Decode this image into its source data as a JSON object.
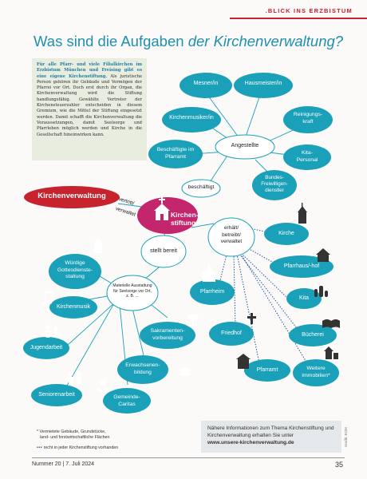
{
  "header": {
    "section_label": ".BLICK INS ERZBISTUM"
  },
  "title": {
    "part1": "Was sind die Aufgaben ",
    "part2": "der Kirchenverwaltung?"
  },
  "intro": {
    "lead": "Für alle Pfarr- und viele Filialkirchen im Erzbistum München und Freising gibt es eine eigene Kirchenstiftung.",
    "body": "Als juristische Person gehören ihr Gebäude und Vermögen der Pfarrei vor Ort. Doch erst durch ihr Organ, die Kirchenverwaltung wird die Stiftung handlungsfähig. Gewählte Vertreter der Kirchensteuerzahler entscheiden in diesem Gremium, wie die Mittel der Stiftung eingesetzt werden. Damit schafft die Kirchenverwaltung die Voraussetzungen, damit Seelsorge und Pfarrleben möglich werden und Kirche in die Gesellschaft hineinwirken kann."
  },
  "diagram": {
    "kirchenverwaltung": "Kirchenverwaltung",
    "vertritt": "vertritt/",
    "verwaltet": "verwaltet",
    "kirchenstiftung_1": "Kirchen-",
    "kirchenstiftung_2": "stiftung",
    "beschaeftigt": "beschäftigt",
    "angestellte": "Angestellte",
    "staff": {
      "mesner": "Mesner/in",
      "hausmeister": "Hausmeister/in",
      "kirchenmusiker": "Kirchenmusiker/in",
      "reinigung_1": "Reinigungs-",
      "reinigung_2": "kraft",
      "pfarramt_1": "Beschäftigte im",
      "pfarramt_2": "Pfarramt",
      "kita_1": "Kita-",
      "kita_2": "Personal",
      "bfd_1": "Bundes-",
      "bfd_2": "Freiwilligen-",
      "bfd_3": "dienstler"
    },
    "erhaelt_1": "erhält/",
    "erhaelt_2": "betreibt/",
    "erhaelt_3": "verwaltet",
    "buildings": {
      "kirche": "Kirche",
      "pfarrhaus": "Pfarrhaus/-hof",
      "pfarrheim": "Pfarrheim",
      "kita": "Kita",
      "friedhof": "Friedhof",
      "buecherei": "Bücherei",
      "pfarramt": "Pfarramt",
      "immobilien_1": "Weitere",
      "immobilien_2": "Immobilien*"
    },
    "stellt_bereit": "stellt bereit",
    "materielle_1": "Materielle Ausstattung",
    "materielle_2": "für Seelsorge vor Ort,",
    "materielle_3": "z. B. ...",
    "pastoral": {
      "gottesdienste_1": "Würdige",
      "gottesdienste_2": "Gottesdienste-",
      "gottesdienste_3": "staltung",
      "kirchenmusik": "Kirchenmusik",
      "jugendarbeit": "Jugendarbeit",
      "sakramente_1": "Sakramenten-",
      "sakramente_2": "vorbereitung",
      "erwachsenen_1": "Erwachsenen-",
      "erwachsenen_2": "bildung",
      "seniorenarbeit": "Seniorenarbeit",
      "caritas_1": "Gemeinde-",
      "caritas_2": "Caritas"
    }
  },
  "footnotes": {
    "line1": "* Vermietete Gebäude, Grundstücke,",
    "line2": "land- und forstwirtschaftliche Flächen",
    "line3": "recht in jeder Kirchenstiftung vorhanden"
  },
  "infobox": {
    "text": "Nähere Informationen zum Thema Kirchenstiftung und Kirchenverwaltung erhalten Sie unter",
    "url": "www.unsere-kirchenverwaltung.de"
  },
  "credit": "Grafik: EOM",
  "footer": {
    "issue": "Nummer 20  |  7. Juli 2024",
    "page": "35"
  },
  "colors": {
    "teal": "#1aa0b8",
    "red": "#c7232e",
    "pink": "#c3266c",
    "title_blue": "#1f8fb0"
  }
}
